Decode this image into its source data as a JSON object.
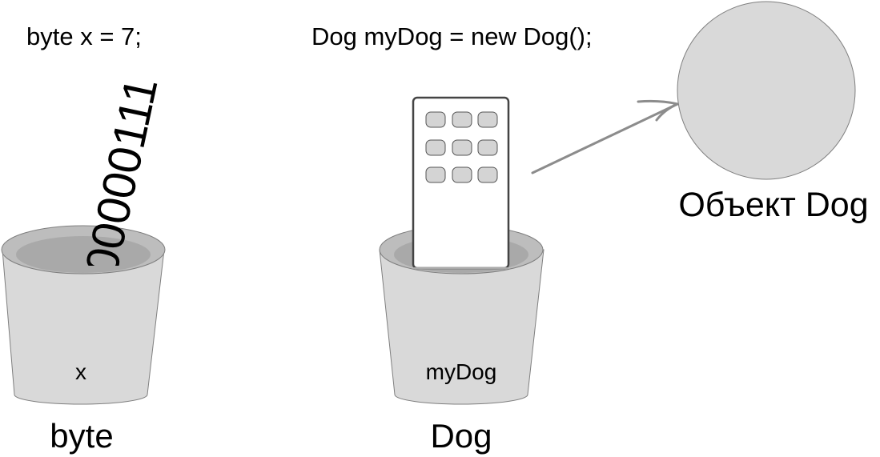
{
  "primitive": {
    "code": "byte x = 7;",
    "bits": "00000111",
    "var_label": "x",
    "type_label": "byte"
  },
  "reference": {
    "code": "Dog myDog = new Dog();",
    "var_label": "myDog",
    "type_label": "Dog"
  },
  "object": {
    "label": "Объект Dog"
  },
  "colors": {
    "cup_fill": "#d9d9d9",
    "cup_rim": "#bdbdbd",
    "cup_inside": "#a9a9a9",
    "stroke": "#7f7f7f",
    "remote_fill": "#ffffff",
    "remote_stroke": "#444444",
    "button_fill": "#d4d4d4",
    "arrow": "#8c8c8c",
    "object_fill": "#d9d9d9"
  }
}
